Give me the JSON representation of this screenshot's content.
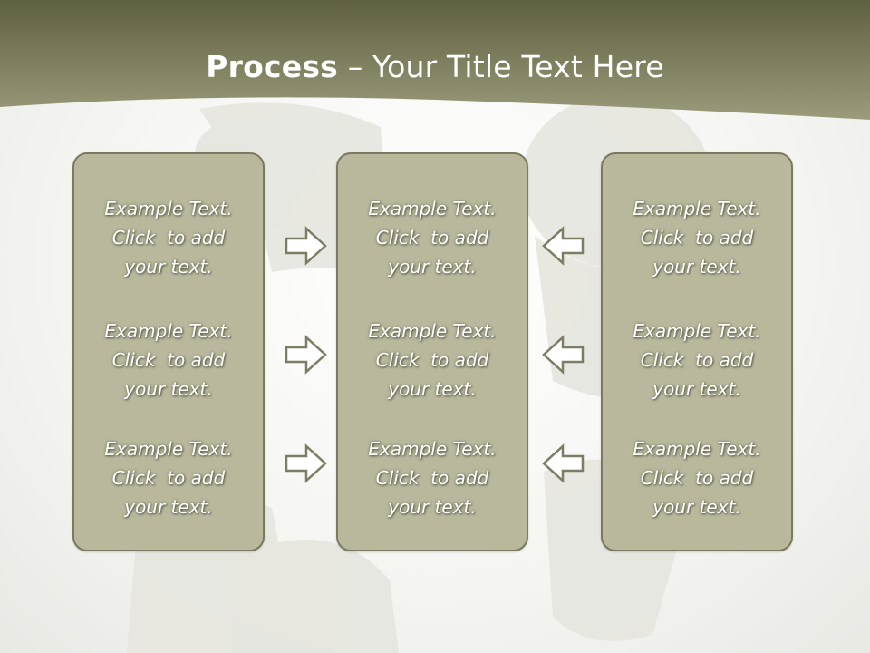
{
  "slide": {
    "title_bold": "Process",
    "title_rest": " – Your Title Text Here",
    "colors": {
      "header": "#848462",
      "box": "#b9b89d",
      "box_border": "#7a7a62",
      "arrow": "#7d7d66"
    }
  },
  "columns": [
    {
      "items": [
        {
          "line1": "Example Text.",
          "line2": "Click  to add",
          "line3": "your text."
        },
        {
          "line1": "Example Text.",
          "line2": "Click  to add",
          "line3": "your text."
        },
        {
          "line1": "Example Text.",
          "line2": "Click  to add",
          "line3": "your text."
        }
      ]
    },
    {
      "items": [
        {
          "line1": "Example Text.",
          "line2": "Click  to add",
          "line3": "your text."
        },
        {
          "line1": "Example Text.",
          "line2": "Click  to add",
          "line3": "your text."
        },
        {
          "line1": "Example Text.",
          "line2": "Click  to add",
          "line3": "your text."
        }
      ]
    },
    {
      "items": [
        {
          "line1": "Example Text.",
          "line2": "Click  to add",
          "line3": "your text."
        },
        {
          "line1": "Example Text.",
          "line2": "Click  to add",
          "line3": "your text."
        },
        {
          "line1": "Example Text.",
          "line2": "Click  to add",
          "line3": "your text."
        }
      ]
    }
  ],
  "arrows": [
    {
      "direction": "right",
      "icon": "arrow-right-icon"
    },
    {
      "direction": "right",
      "icon": "arrow-right-icon"
    },
    {
      "direction": "right",
      "icon": "arrow-right-icon"
    },
    {
      "direction": "left",
      "icon": "arrow-left-icon"
    },
    {
      "direction": "left",
      "icon": "arrow-left-icon"
    },
    {
      "direction": "left",
      "icon": "arrow-left-icon"
    }
  ]
}
